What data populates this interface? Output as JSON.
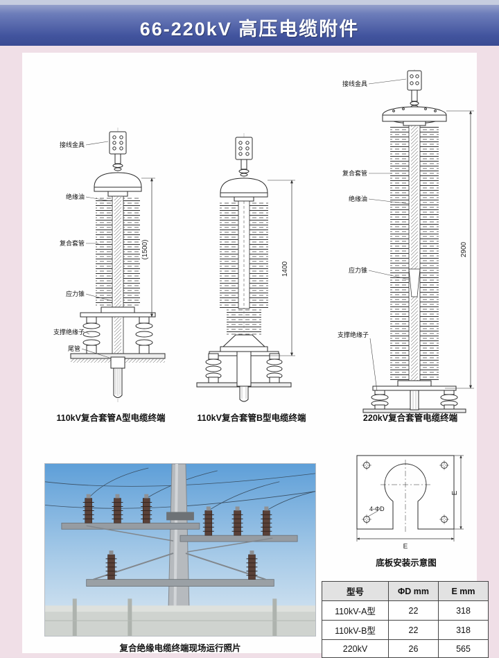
{
  "header": {
    "title": "66-220kV 高压电缆附件"
  },
  "colors": {
    "banner_blue": "#42549e",
    "page_pink": "#f0dfe7",
    "sky_blue": "#5e9fd8"
  },
  "terminations": {
    "a": {
      "caption": "110kV复合套管A型电缆终端",
      "dim": "(1500)",
      "labels": {
        "fitting": "接线金具",
        "oil": "绝缘油",
        "bushing": "复合套管",
        "cone": "应力锥",
        "insulator": "支撑绝缘子",
        "tail": "尾管"
      }
    },
    "b": {
      "caption": "110kV复合套管B型电缆终端",
      "dim": "1400"
    },
    "c": {
      "caption": "220kV复合套管电缆终端",
      "dim": "2900",
      "labels": {
        "fitting": "接线金具",
        "bushing": "复合套管",
        "oil": "绝缘油",
        "cone": "应力锥",
        "insulator": "支撑绝缘子"
      }
    }
  },
  "photo": {
    "caption": "复合绝缘电缆终端现场运行照片"
  },
  "base_plate": {
    "caption": "底板安装示意图",
    "hole_label": "4-ΦD",
    "dim_e_right": "E",
    "dim_e_bottom": "E"
  },
  "spec_table": {
    "headers": [
      "型号",
      "ΦD mm",
      "E mm"
    ],
    "rows": [
      [
        "110kV-A型",
        "22",
        "318"
      ],
      [
        "110kV-B型",
        "22",
        "318"
      ],
      [
        "220kV",
        "26",
        "565"
      ]
    ]
  }
}
